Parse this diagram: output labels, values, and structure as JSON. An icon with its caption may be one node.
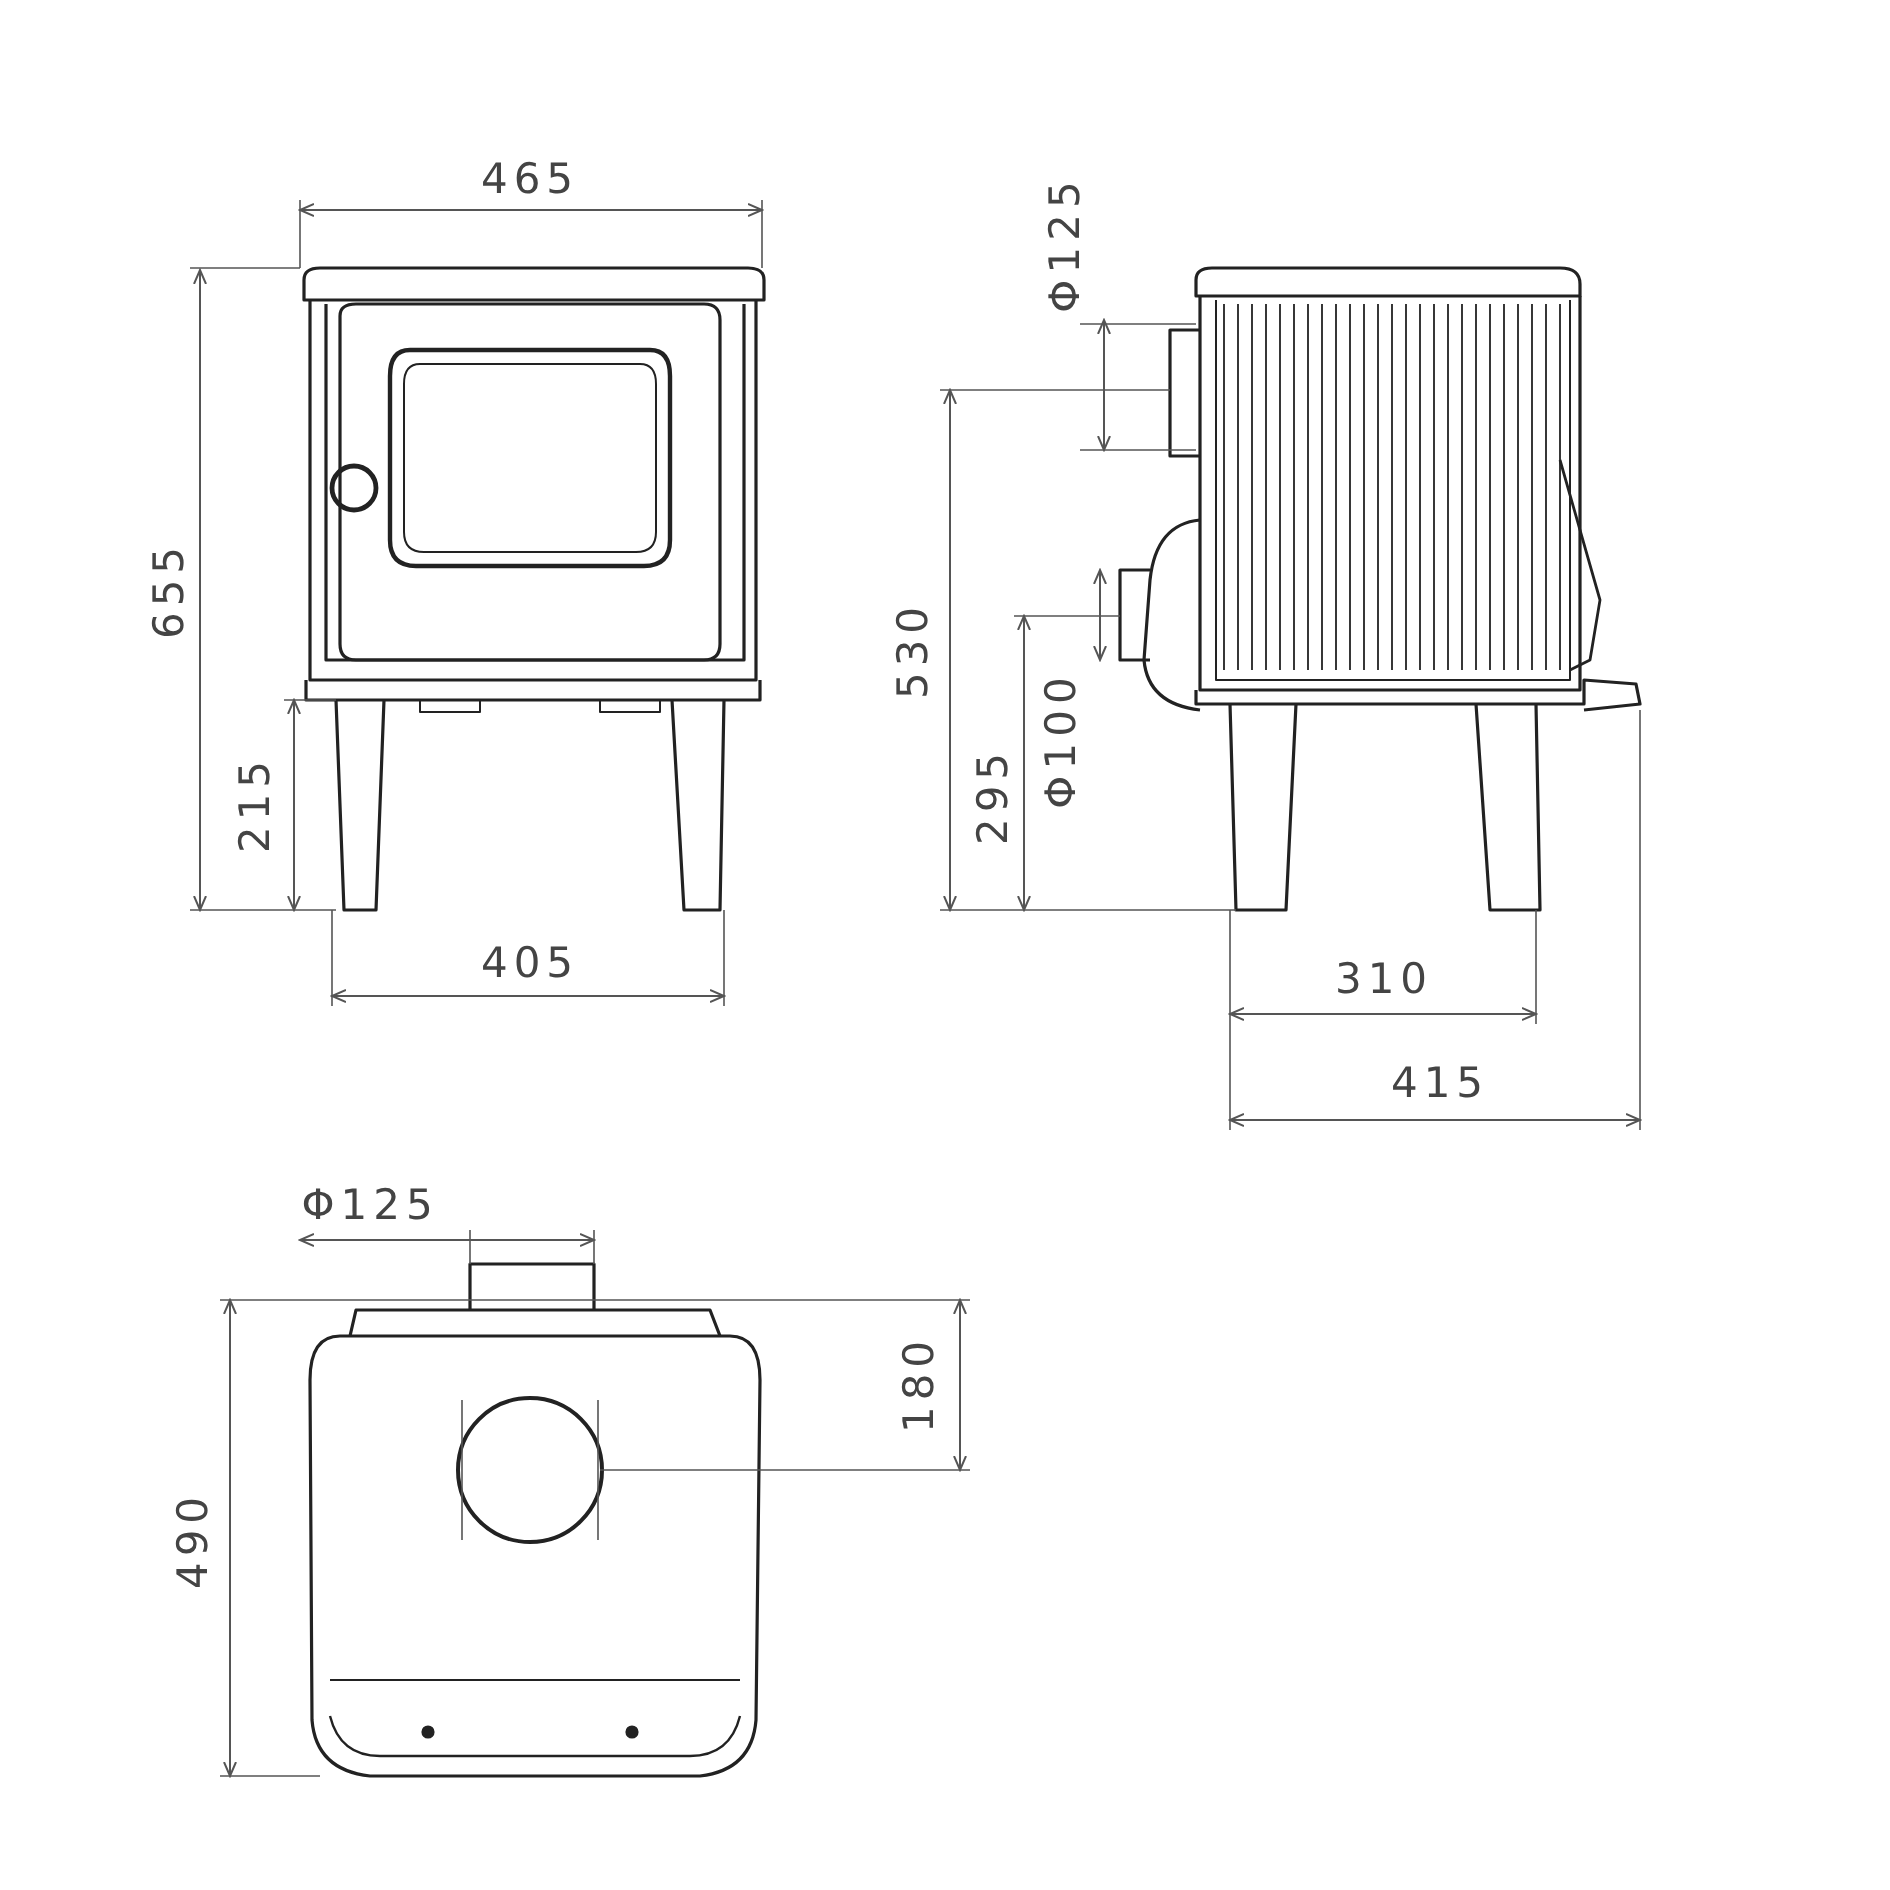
{
  "diagram": {
    "labels": [
      "465",
      "Φ125",
      "655",
      "530",
      "215",
      "295",
      "Φ100",
      "405",
      "310",
      "415",
      "Φ125",
      "180",
      "490"
    ]
  }
}
